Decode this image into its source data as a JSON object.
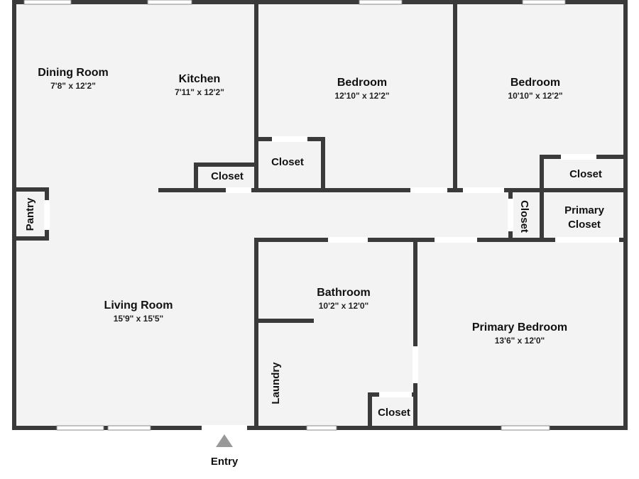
{
  "rooms": {
    "dining_room": {
      "name": "Dining Room",
      "dims": "7'8\" x 12'2\""
    },
    "kitchen": {
      "name": "Kitchen",
      "dims": "7'11\" x 12'2\""
    },
    "bedroom_1": {
      "name": "Bedroom",
      "dims": "12'10\" x 12'2\""
    },
    "bedroom_2": {
      "name": "Bedroom",
      "dims": "10'10\" x 12'2\""
    },
    "living_room": {
      "name": "Living Room",
      "dims": "15'9\" x 15'5\""
    },
    "bathroom": {
      "name": "Bathroom",
      "dims": "10'2\" x 12'0\""
    },
    "primary_bedroom": {
      "name": "Primary Bedroom",
      "dims": "13'6\" x 12'0\""
    }
  },
  "spaces": {
    "pantry": "Pantry",
    "kitchen_closet": "Closet",
    "bedroom_1_closet": "Closet",
    "bedroom_2_closet": "Closet",
    "hall_closet": "Closet",
    "primary_closet_line1": "Primary",
    "primary_closet_line2": "Closet",
    "laundry": "Laundry",
    "bathroom_closet": "Closet"
  },
  "entry": {
    "label": "Entry"
  },
  "colors": {
    "wall": "#3a3a3a",
    "floor": "#f3f3f3",
    "entry_marker": "#999999"
  }
}
